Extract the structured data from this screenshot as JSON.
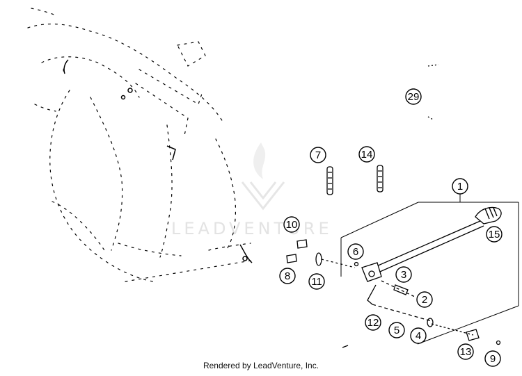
{
  "diagram": {
    "watermark_text": "LEADVENTURE",
    "footer_text": "Rendered by LeadVenture, Inc.",
    "callouts": [
      {
        "id": "c1",
        "label": "1"
      },
      {
        "id": "c2",
        "label": "2"
      },
      {
        "id": "c3",
        "label": "3"
      },
      {
        "id": "c4",
        "label": "4"
      },
      {
        "id": "c5",
        "label": "5"
      },
      {
        "id": "c6",
        "label": "6"
      },
      {
        "id": "c7",
        "label": "7"
      },
      {
        "id": "c8",
        "label": "8"
      },
      {
        "id": "c9",
        "label": "9"
      },
      {
        "id": "c10",
        "label": "10"
      },
      {
        "id": "c11",
        "label": "11"
      },
      {
        "id": "c12",
        "label": "12"
      },
      {
        "id": "c13",
        "label": "13"
      },
      {
        "id": "c14",
        "label": "14"
      },
      {
        "id": "c15",
        "label": "15"
      },
      {
        "id": "c29",
        "label": "29"
      }
    ]
  }
}
